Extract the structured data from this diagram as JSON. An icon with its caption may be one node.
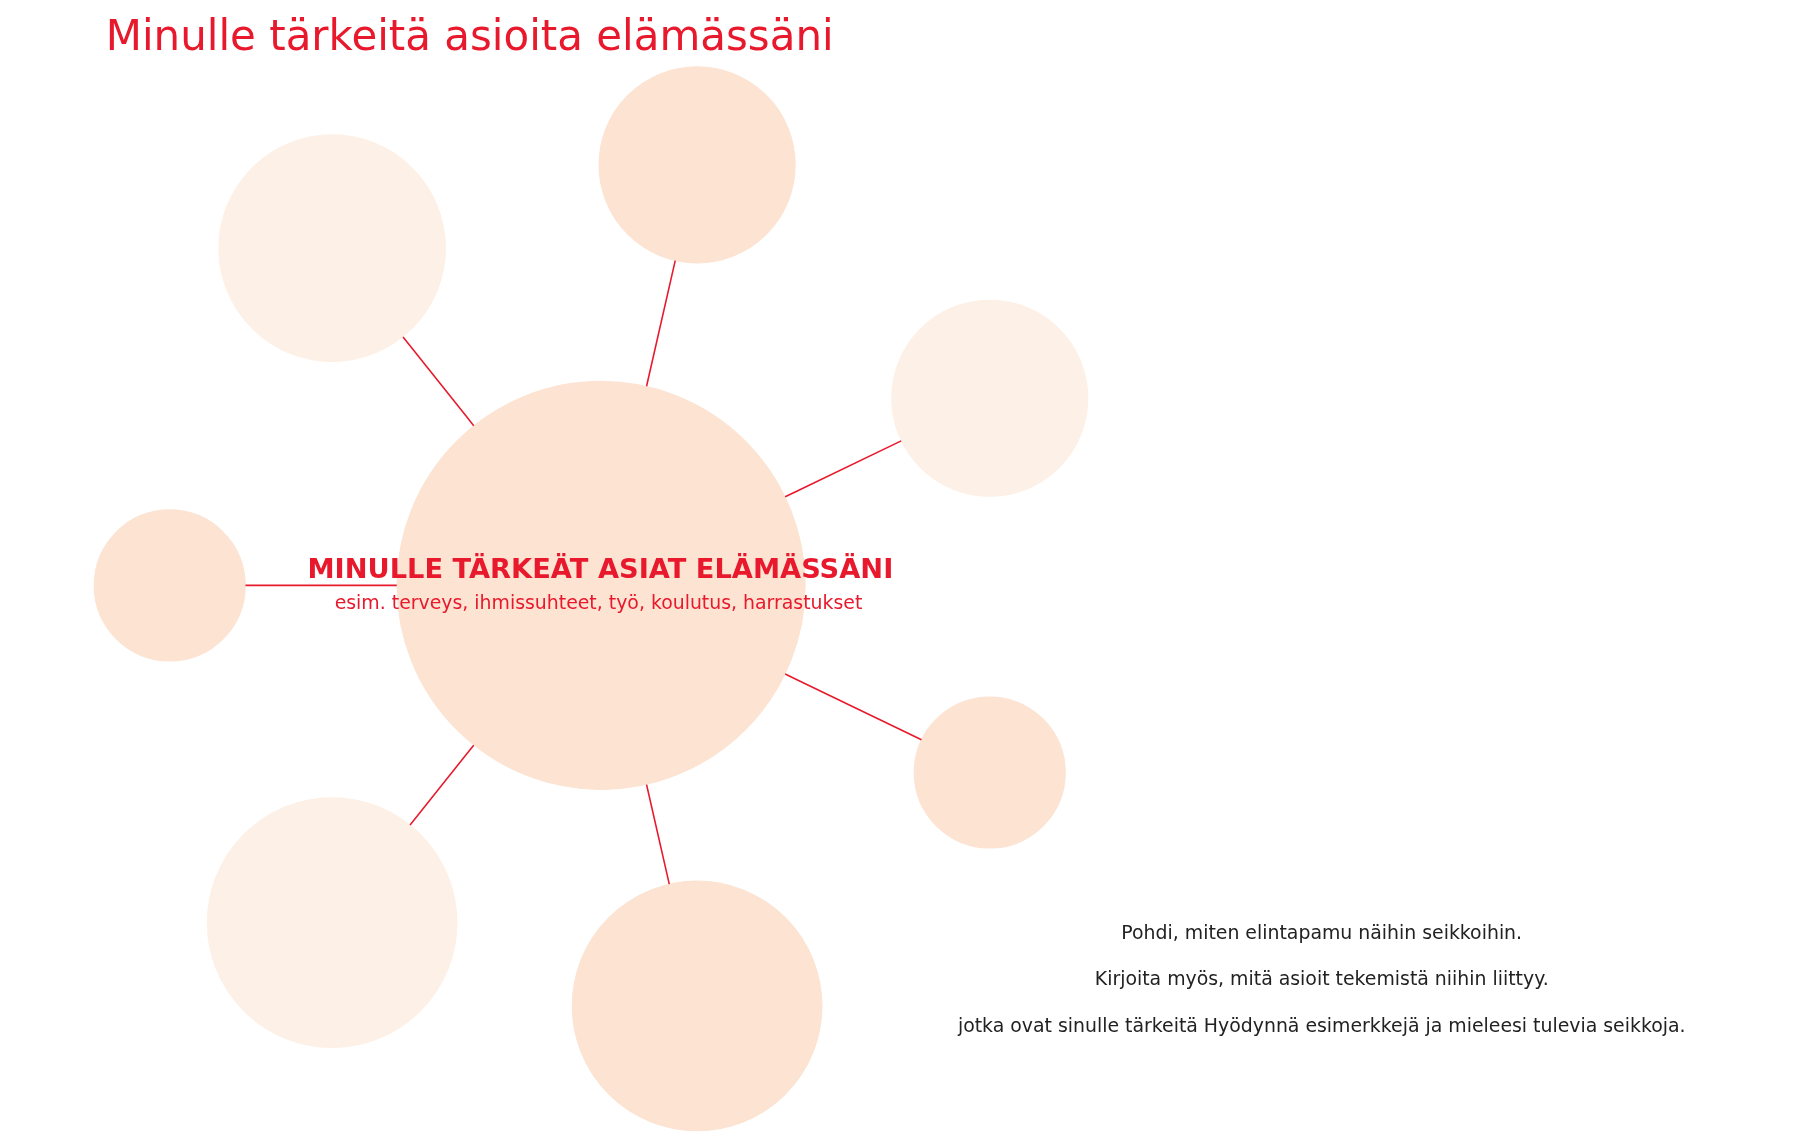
{
  "diagram": {
    "title": "Minulle tärkeitä asioita elämässäni",
    "nodes": [
      {
        "text": [
          "MINULLE TÄRKEÄT ASIAT ELÄMÄSSÄNI",
          "esim. terveys, ihmissuhteet, työ, koulutus, harrastukset"
        ]
      },
      {
        "text": [],
        "shape": "circle"
      },
      {
        "text": [],
        "shape": "circle"
      },
      {
        "text": [],
        "shape": "circle"
      },
      {
        "text": [],
        "shape": "circle"
      },
      {
        "text": [],
        "shape": "circle"
      },
      {
        "text": [],
        "shape": "circle"
      },
      {
        "text": [],
        "shape": "circle"
      }
    ],
    "edges": [
      {
        "from": 0,
        "to": 1,
        "arrow": "none"
      },
      {
        "from": 0,
        "to": 2,
        "arrow": "none"
      },
      {
        "from": 0,
        "to": 3,
        "arrow": "none"
      },
      {
        "from": 0,
        "to": 4,
        "arrow": "none"
      },
      {
        "from": 0,
        "to": 5,
        "arrow": "none"
      },
      {
        "from": 0,
        "to": 6,
        "arrow": "none"
      },
      {
        "from": 0,
        "to": 7,
        "arrow": "none"
      }
    ],
    "labels": [
      "jotka ovat sinulle tärkeitä Hyödynnä esimerkkejä ja mieleesi tulevia seikkoja.",
      "Kirjoita myös, mitä asioit tekemistä niihin liittyy.",
      "Pohdi, miten elintapamu näihin seikkoihin."
    ]
  }
}
